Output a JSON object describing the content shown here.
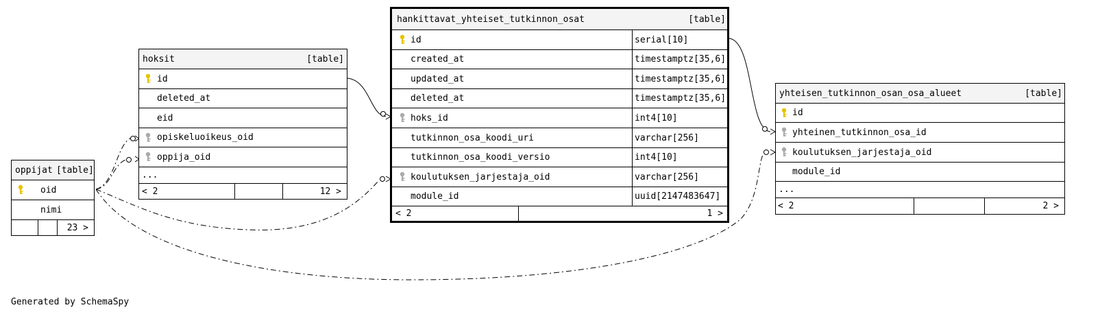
{
  "footer": "Generated by SchemaSpy",
  "colors": {
    "pk_key": "#e6c300",
    "fk_key": "#aaaaaa",
    "header_bg": "#f4f4f4"
  },
  "tables": {
    "oppijat": {
      "name": "oppijat",
      "kind": "[table]",
      "columns": [
        {
          "name": "oid",
          "icon": "primary-key-icon"
        },
        {
          "name": "nimi"
        }
      ],
      "footer": {
        "right": "23 >"
      }
    },
    "hoksit": {
      "name": "hoksit",
      "kind": "[table]",
      "columns": [
        {
          "name": "id",
          "icon": "primary-key-icon"
        },
        {
          "name": "deleted_at"
        },
        {
          "name": "eid"
        },
        {
          "name": "opiskeluoikeus_oid",
          "icon": "foreign-key-icon"
        },
        {
          "name": "oppija_oid",
          "icon": "foreign-key-icon"
        }
      ],
      "more": "...",
      "footer": {
        "left": "< 2",
        "right": "12 >"
      }
    },
    "hankittavat": {
      "name": "hankittavat_yhteiset_tutkinnon_osat",
      "kind": "[table]",
      "columns": [
        {
          "name": "id",
          "type": "serial[10]",
          "icon": "primary-key-icon"
        },
        {
          "name": "created_at",
          "type": "timestamptz[35,6]"
        },
        {
          "name": "updated_at",
          "type": "timestamptz[35,6]"
        },
        {
          "name": "deleted_at",
          "type": "timestamptz[35,6]"
        },
        {
          "name": "hoks_id",
          "type": "int4[10]",
          "icon": "foreign-key-icon"
        },
        {
          "name": "tutkinnon_osa_koodi_uri",
          "type": "varchar[256]"
        },
        {
          "name": "tutkinnon_osa_koodi_versio",
          "type": "int4[10]"
        },
        {
          "name": "koulutuksen_jarjestaja_oid",
          "type": "varchar[256]",
          "icon": "foreign-key-icon"
        },
        {
          "name": "module_id",
          "type": "uuid[2147483647]"
        }
      ],
      "footer": {
        "left": "< 2",
        "right": "1 >"
      }
    },
    "yhteisen": {
      "name": "yhteisen_tutkinnon_osan_osa_alueet",
      "kind": "[table]",
      "columns": [
        {
          "name": "id",
          "icon": "primary-key-icon"
        },
        {
          "name": "yhteinen_tutkinnon_osa_id",
          "icon": "foreign-key-icon"
        },
        {
          "name": "koulutuksen_jarjestaja_oid",
          "icon": "foreign-key-icon"
        },
        {
          "name": "module_id"
        }
      ],
      "more": "...",
      "footer": {
        "left": "< 2",
        "right": "2 >"
      }
    }
  }
}
